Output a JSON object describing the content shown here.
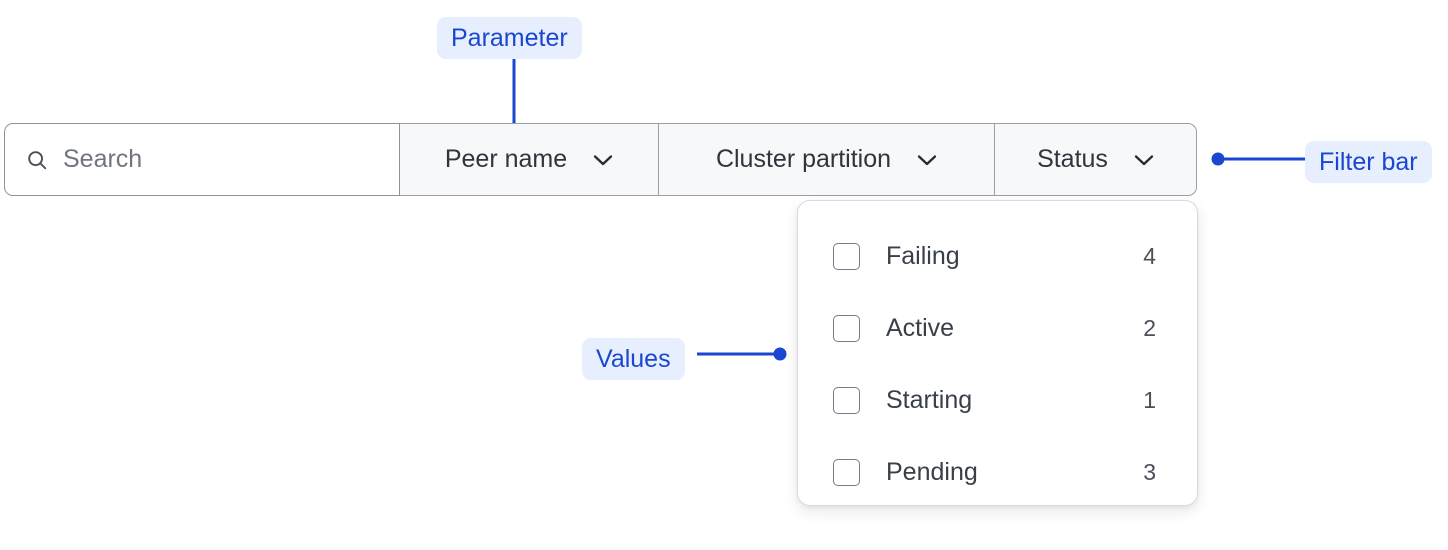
{
  "filter_bar": {
    "search": {
      "placeholder": "Search",
      "value": "",
      "icon": "search-icon"
    },
    "dropdowns": [
      {
        "label": "Peer name",
        "icon": "chevron-down-icon"
      },
      {
        "label": "Cluster partition",
        "icon": "chevron-down-icon"
      },
      {
        "label": "Status",
        "icon": "chevron-down-icon"
      }
    ]
  },
  "values_panel": {
    "open_for": "Status",
    "items": [
      {
        "label": "Failing",
        "count": "4",
        "checked": false
      },
      {
        "label": "Active",
        "count": "2",
        "checked": false
      },
      {
        "label": "Starting",
        "count": "1",
        "checked": false
      },
      {
        "label": "Pending",
        "count": "3",
        "checked": false
      }
    ]
  },
  "annotations": [
    {
      "id": "parameter",
      "label": "Parameter"
    },
    {
      "id": "filter-bar",
      "label": "Filter bar"
    },
    {
      "id": "values",
      "label": "Values"
    }
  ],
  "colors": {
    "accent_blue": "#1a47d0",
    "annotation_pill_bg": "#e7eefd",
    "bar_bg": "#f7f8f9",
    "bar_border": "#9aa0a8",
    "search_border": "#8e939d",
    "text_dark": "#3a4049",
    "placeholder": "#70757f"
  }
}
